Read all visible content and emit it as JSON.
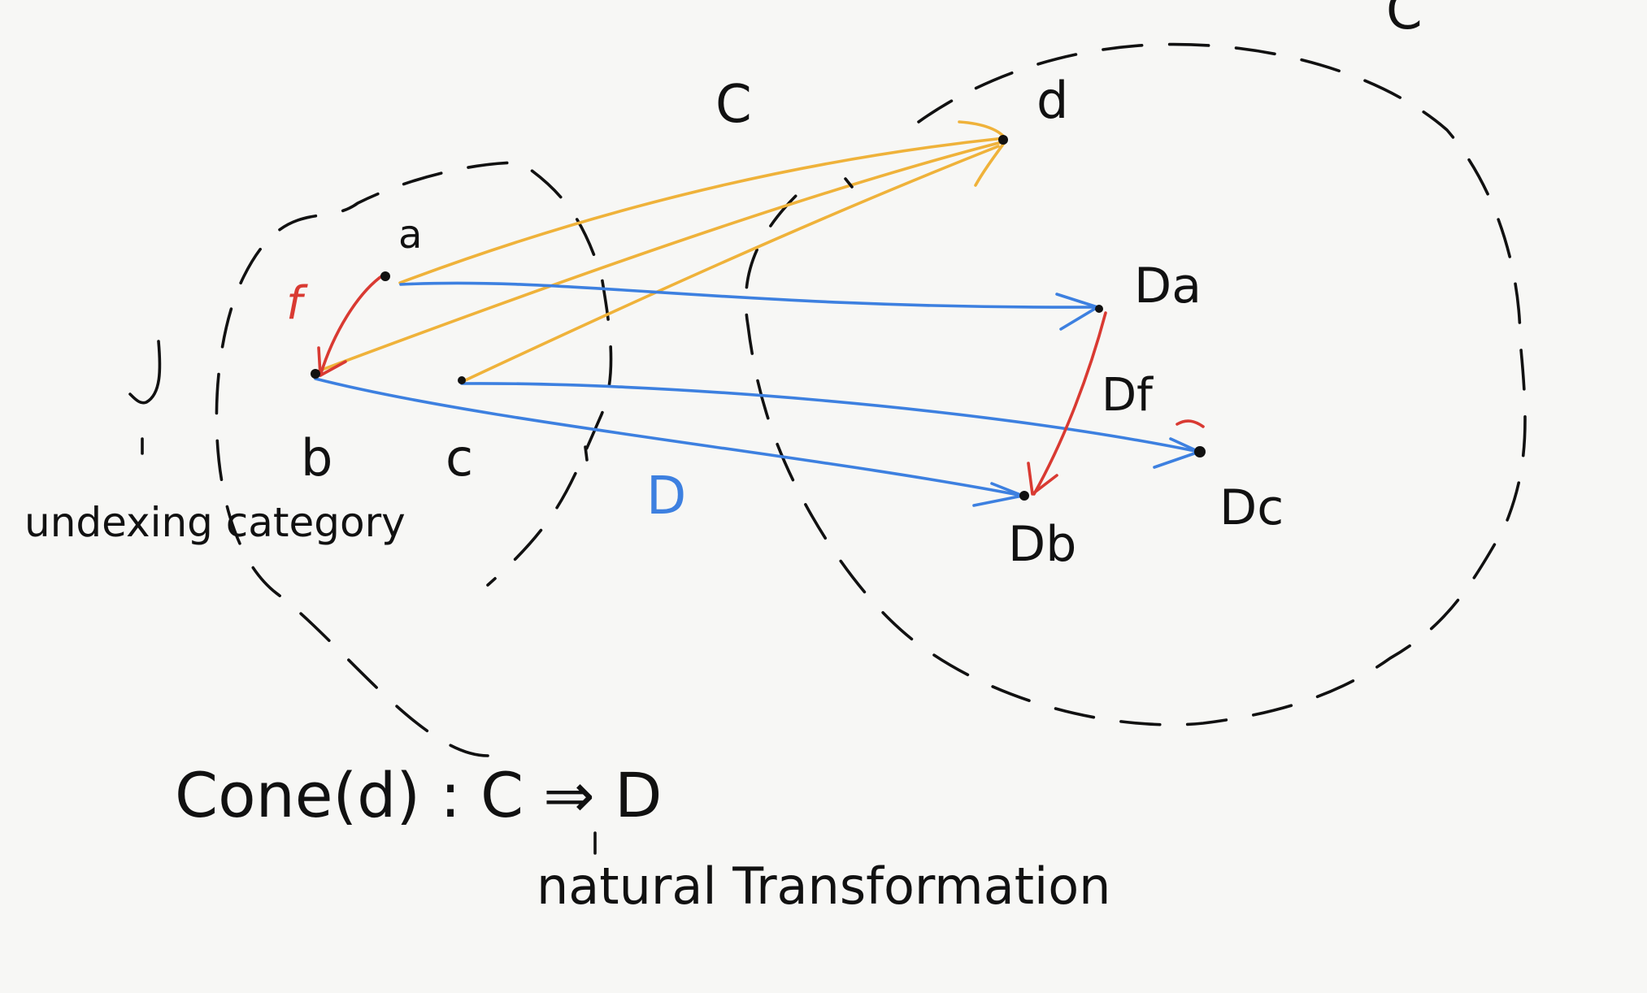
{
  "source_category": {
    "name": "J",
    "caption": "undexing category",
    "objects": {
      "a": "a",
      "b": "b",
      "c": "c"
    },
    "morphism": "f"
  },
  "target_category": {
    "name": "C",
    "objects": {
      "d": "d",
      "Da": "Da",
      "Db": "Db",
      "Dc": "Dc"
    },
    "morphism": "Df"
  },
  "corner_letter": "C",
  "functor_label": "D",
  "formula": "Cone(d) : C ⇒ D",
  "formula_annotation": "natural Transformation",
  "colors": {
    "cone": "#efb23a",
    "functor": "#3d80e0",
    "morphism": "#d93a32",
    "ink": "#111111"
  }
}
